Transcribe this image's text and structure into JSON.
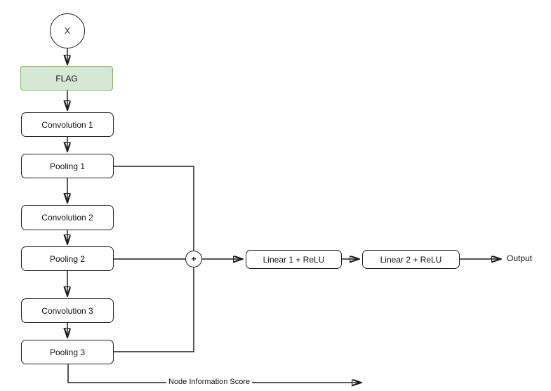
{
  "diagram": {
    "nodes": {
      "input": {
        "label": "X"
      },
      "flag": {
        "label": "FLAG"
      },
      "conv1": {
        "label": "Convolution 1"
      },
      "pool1": {
        "label": "Pooling 1"
      },
      "conv2": {
        "label": "Convolution 2"
      },
      "pool2": {
        "label": "Pooling 2"
      },
      "conv3": {
        "label": "Convolution 3"
      },
      "pool3": {
        "label": "Pooling 3"
      },
      "sum": {
        "label": "+"
      },
      "linear1": {
        "label": "Linear 1 + ReLU"
      },
      "linear2": {
        "label": "Linear 2 + ReLU"
      }
    },
    "edge_labels": {
      "output": "Output",
      "node_information_score": "Node Information Score"
    },
    "colors": {
      "background": "#ffffff",
      "node_fill": "#ffffff",
      "node_border": "#1f1f1f",
      "flag_fill": "#d5e8d4",
      "flag_border": "#82b366",
      "connector": "#1f1f1f",
      "text": "#111111"
    }
  }
}
